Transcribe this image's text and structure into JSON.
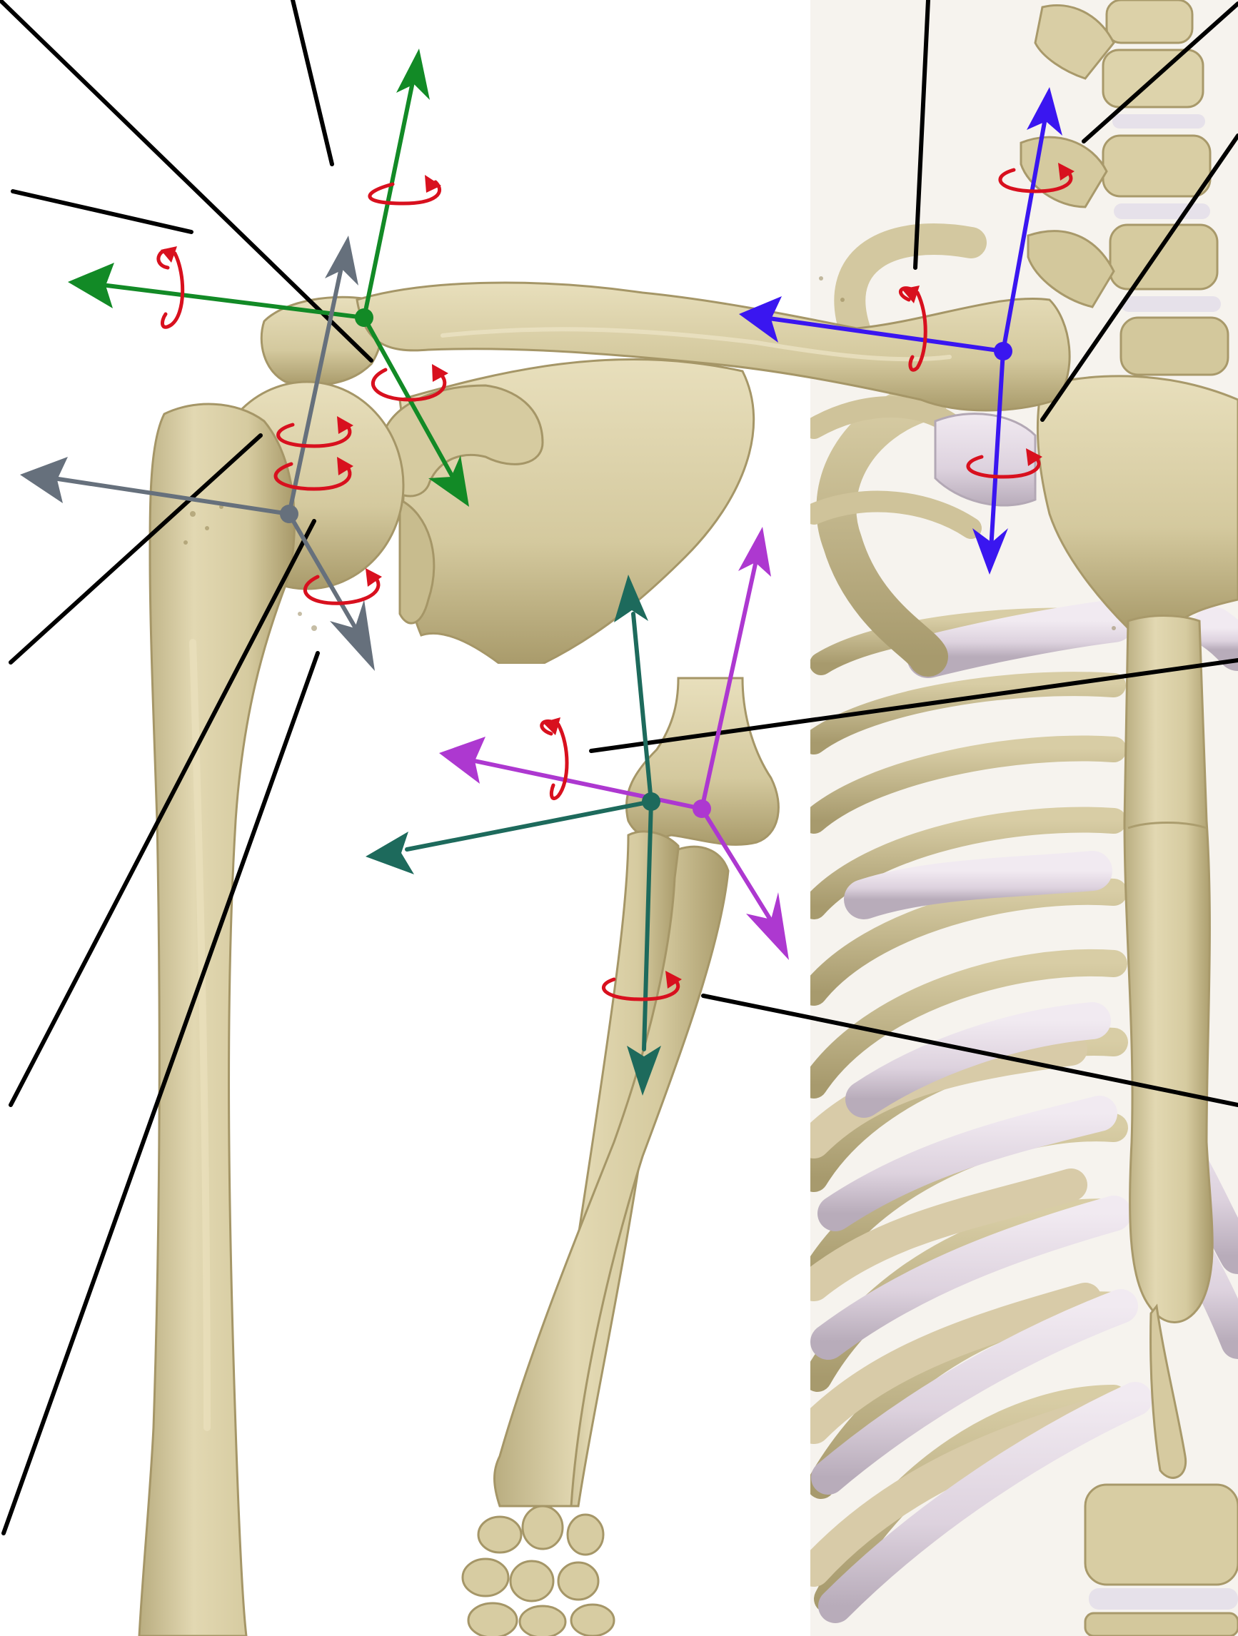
{
  "figure": {
    "title": "",
    "description_text": "",
    "colors": {
      "bone": "#d9cfa6",
      "bone_shadow": "#b9ad80",
      "bone_dark": "#9c8f62",
      "bone_light": "#ece4c2",
      "cartilage": "#e6dde6",
      "cartilage_shadow": "#c7bcc9",
      "background": "#ffffff",
      "leader_line": "#000000",
      "rotation_arrow": "#d8101e",
      "sternoclavicular_axes": "#3a16f0",
      "acromioclavicular_axes": "#128a26",
      "glenohumeral_axes": "#66707c",
      "humeroulnar_axes": "#1d6a5c",
      "humeroradial_axes": "#ad38d0"
    },
    "joint_frames": [
      {
        "id": "sternoclavicular",
        "color_key": "sternoclavicular_axes"
      },
      {
        "id": "acromioclavicular",
        "color_key": "acromioclavicular_axes"
      },
      {
        "id": "glenohumeral",
        "color_key": "glenohumeral_axes"
      },
      {
        "id": "humeroulnar",
        "color_key": "humeroulnar_axes"
      },
      {
        "id": "humeroradial",
        "color_key": "humeroradial_axes"
      }
    ],
    "icons": [
      "rotation-arrow-icon",
      "axis-arrowhead-icon",
      "joint-center-dot-icon"
    ],
    "label_count": 14
  }
}
